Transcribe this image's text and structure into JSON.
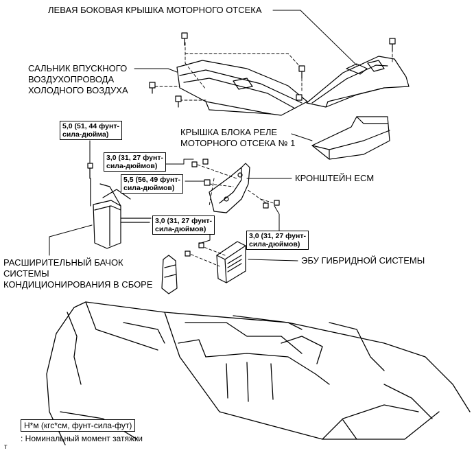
{
  "labels": {
    "left_cover": "ЛЕВАЯ БОКОВАЯ КРЫШКА МОТОРНОГО ОТСЕКА",
    "seal_line1": "САЛЬНИК ВПУСКНОГО",
    "seal_line2": "ВОЗДУХОПРОВОДА",
    "seal_line3": "ХОЛОДНОГО ВОЗДУХА",
    "relay_line1": "КРЫШКА БЛОКА РЕЛЕ",
    "relay_line2": "МОТОРНОГО ОТСЕКА № 1",
    "ecm_bracket": "КРОНШТЕЙН ECM",
    "ecu": "ЭБУ ГИБРИДНОЙ СИСТЕМЫ",
    "tank_line1": "РАСШИРИТЕЛЬНЫЙ БАЧОК",
    "tank_line2": "СИСТЕМЫ",
    "tank_line3": "КОНДИЦИОНИРОВАНИЯ В СБОРЕ"
  },
  "torques": {
    "t1_l1": "5,0 (51, 44 фунт-",
    "t1_l2": "сила-дюйма)",
    "t2_l1": "3,0 (31, 27 фунт-",
    "t2_l2": "сила-дюймов)",
    "t3_l1": "5,5 (56, 49 фунт-",
    "t3_l2": "сила-дюймов)",
    "t4_l1": "3,0 (31, 27 фунт-",
    "t4_l2": "сила-дюймов)",
    "t5_l1": "3,0 (31, 27 фунт-",
    "t5_l2": "сила-дюймов)"
  },
  "legend": {
    "unit": "Н*м (кгс*см, фунт-сила-фут)",
    "desc": ": Номинальный момент затяжки"
  },
  "figure_code": "т"
}
